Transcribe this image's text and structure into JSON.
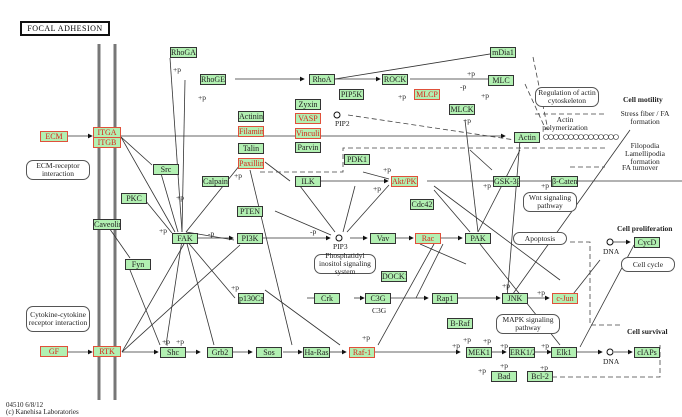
{
  "title": "FOCAL ADHESION",
  "footer": {
    "line1": "04510 6/8/12",
    "line2": "(c) Kanehisa Laboratories"
  },
  "colors": {
    "node_fill": "#b2f0b2",
    "highlight_border": "#e0503a",
    "highlight_text": "#d9251a"
  },
  "nodes": {
    "ecm": "ECM",
    "itga": "ITGA",
    "itgb": "ITGB",
    "caveolin": "Caveolin",
    "gf": "GF",
    "rtk": "RTK",
    "rhogap": "RhoGAP",
    "rhogef": "RhoGEF",
    "rhoa": "RhoA",
    "pip5k": "PIP5K",
    "rock": "ROCK",
    "mlcp": "MLCP",
    "mdia1": "mDia1",
    "mlc": "MLC",
    "mlck": "MLCK",
    "actin": "Actin",
    "zyxin": "Zyxin",
    "actinin": "Actinin",
    "vasp": "VASP",
    "filamin": "Filamin",
    "vinculin": "Vinculin",
    "talin": "Talin",
    "parvin": "Parvin",
    "paxillin": "Paxillin",
    "calpain": "Calpain",
    "src": "Src",
    "pkc": "PKC",
    "fak": "FAK",
    "fyn": "Fyn",
    "ilk": "ILK",
    "pdk1": "PDK1",
    "akt": "Akt/PKB",
    "pten": "PTEN",
    "pi3k": "PI3K",
    "vav": "Vav",
    "rac": "Rac",
    "cdc42": "Cdc42",
    "pak": "PAK",
    "gsk3b": "GSK-3β",
    "bcatenin": "β-Catenin",
    "dock1": "DOCK1",
    "p130cas": "p130Cas",
    "crk": "Crk",
    "c3g": "C3G",
    "rap1": "Rap1",
    "braf": "B-Raf",
    "jnk": "JNK",
    "cjun": "c-Jun",
    "shc": "Shc",
    "grb2": "Grb2",
    "sos": "Sos",
    "hras": "Ha-Ras",
    "raf1": "Raf-1",
    "mek1": "MEK1",
    "erk": "ERK1/2",
    "elk1": "Elk1",
    "bad": "Bad",
    "bcl2": "Bcl-2",
    "ciaps": "cIAPs",
    "cycd": "CycD"
  },
  "pathways": {
    "ecm_receptor": "ECM-receptor interaction",
    "cytokine": "Cytokine-cytokine receptor interaction",
    "pi_signaling": "Phosphatidyl inositol signaling system",
    "mapk": "MAPK signaling pathway",
    "wnt": "Wnt signaling pathway",
    "apoptosis": "Apoptosis",
    "cell_cycle": "Cell cycle",
    "actin_reg": "Regulation of actin cytoskeleton"
  },
  "labels": {
    "pip2": "PIP2",
    "pip3": "PIP3",
    "dna1": "DNA",
    "dna2": "DNA",
    "c3g": "C3G",
    "actin_poly": "Actin polymerization",
    "cell_motility": "Cell motility",
    "stress_fibers": "Stress fiber / FA formation",
    "filopodia": "Filopodia Lamellipodia formation",
    "fa_turnover": "FA turnover",
    "cell_prolif": "Cell proliferation",
    "cell_survival": "Cell survival",
    "plus_p": "+p",
    "minus_p": "-p"
  }
}
